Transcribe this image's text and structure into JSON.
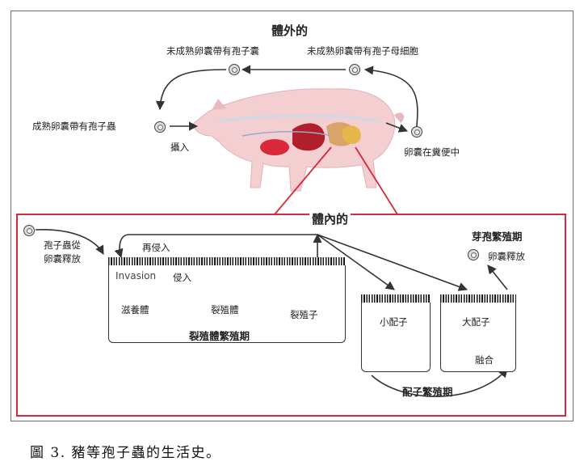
{
  "outside": {
    "title": "體外的",
    "immature_oocyst_sporocysts": "未成熟卵囊帶有孢子囊",
    "immature_oocyst_sporont": "未成熟卵囊帶有孢子母細胞",
    "mature_oocyst": "成熟卵囊帶有孢子蟲",
    "ingestion": "攝入",
    "oocyst_in_feces": "卵囊在糞便中"
  },
  "inside": {
    "title": "體內的",
    "sporozoite_release": "孢子蟲從\n卵囊釋放",
    "reinvasion": "再侵入",
    "invasion_en": "Invasion",
    "invasion_zh": "侵入",
    "trophozoite": "滋養體",
    "schizont": "裂殖體",
    "merozoite": "裂殖子",
    "schizogony": "裂殖體繁殖期",
    "sporogony": "芽孢繁殖期",
    "oocyst_release": "卵囊釋放",
    "microgamete": "小配子",
    "macrogamete": "大配子",
    "fusion": "融合",
    "gametogony": "配子繁殖期"
  },
  "caption": "圖 3. 豬等孢子蟲的生活史。",
  "colors": {
    "red_frame": "#d8283a",
    "pig_body": "#f3cfd2",
    "organ_red": "#c81e2e",
    "arrow": "#333333"
  }
}
